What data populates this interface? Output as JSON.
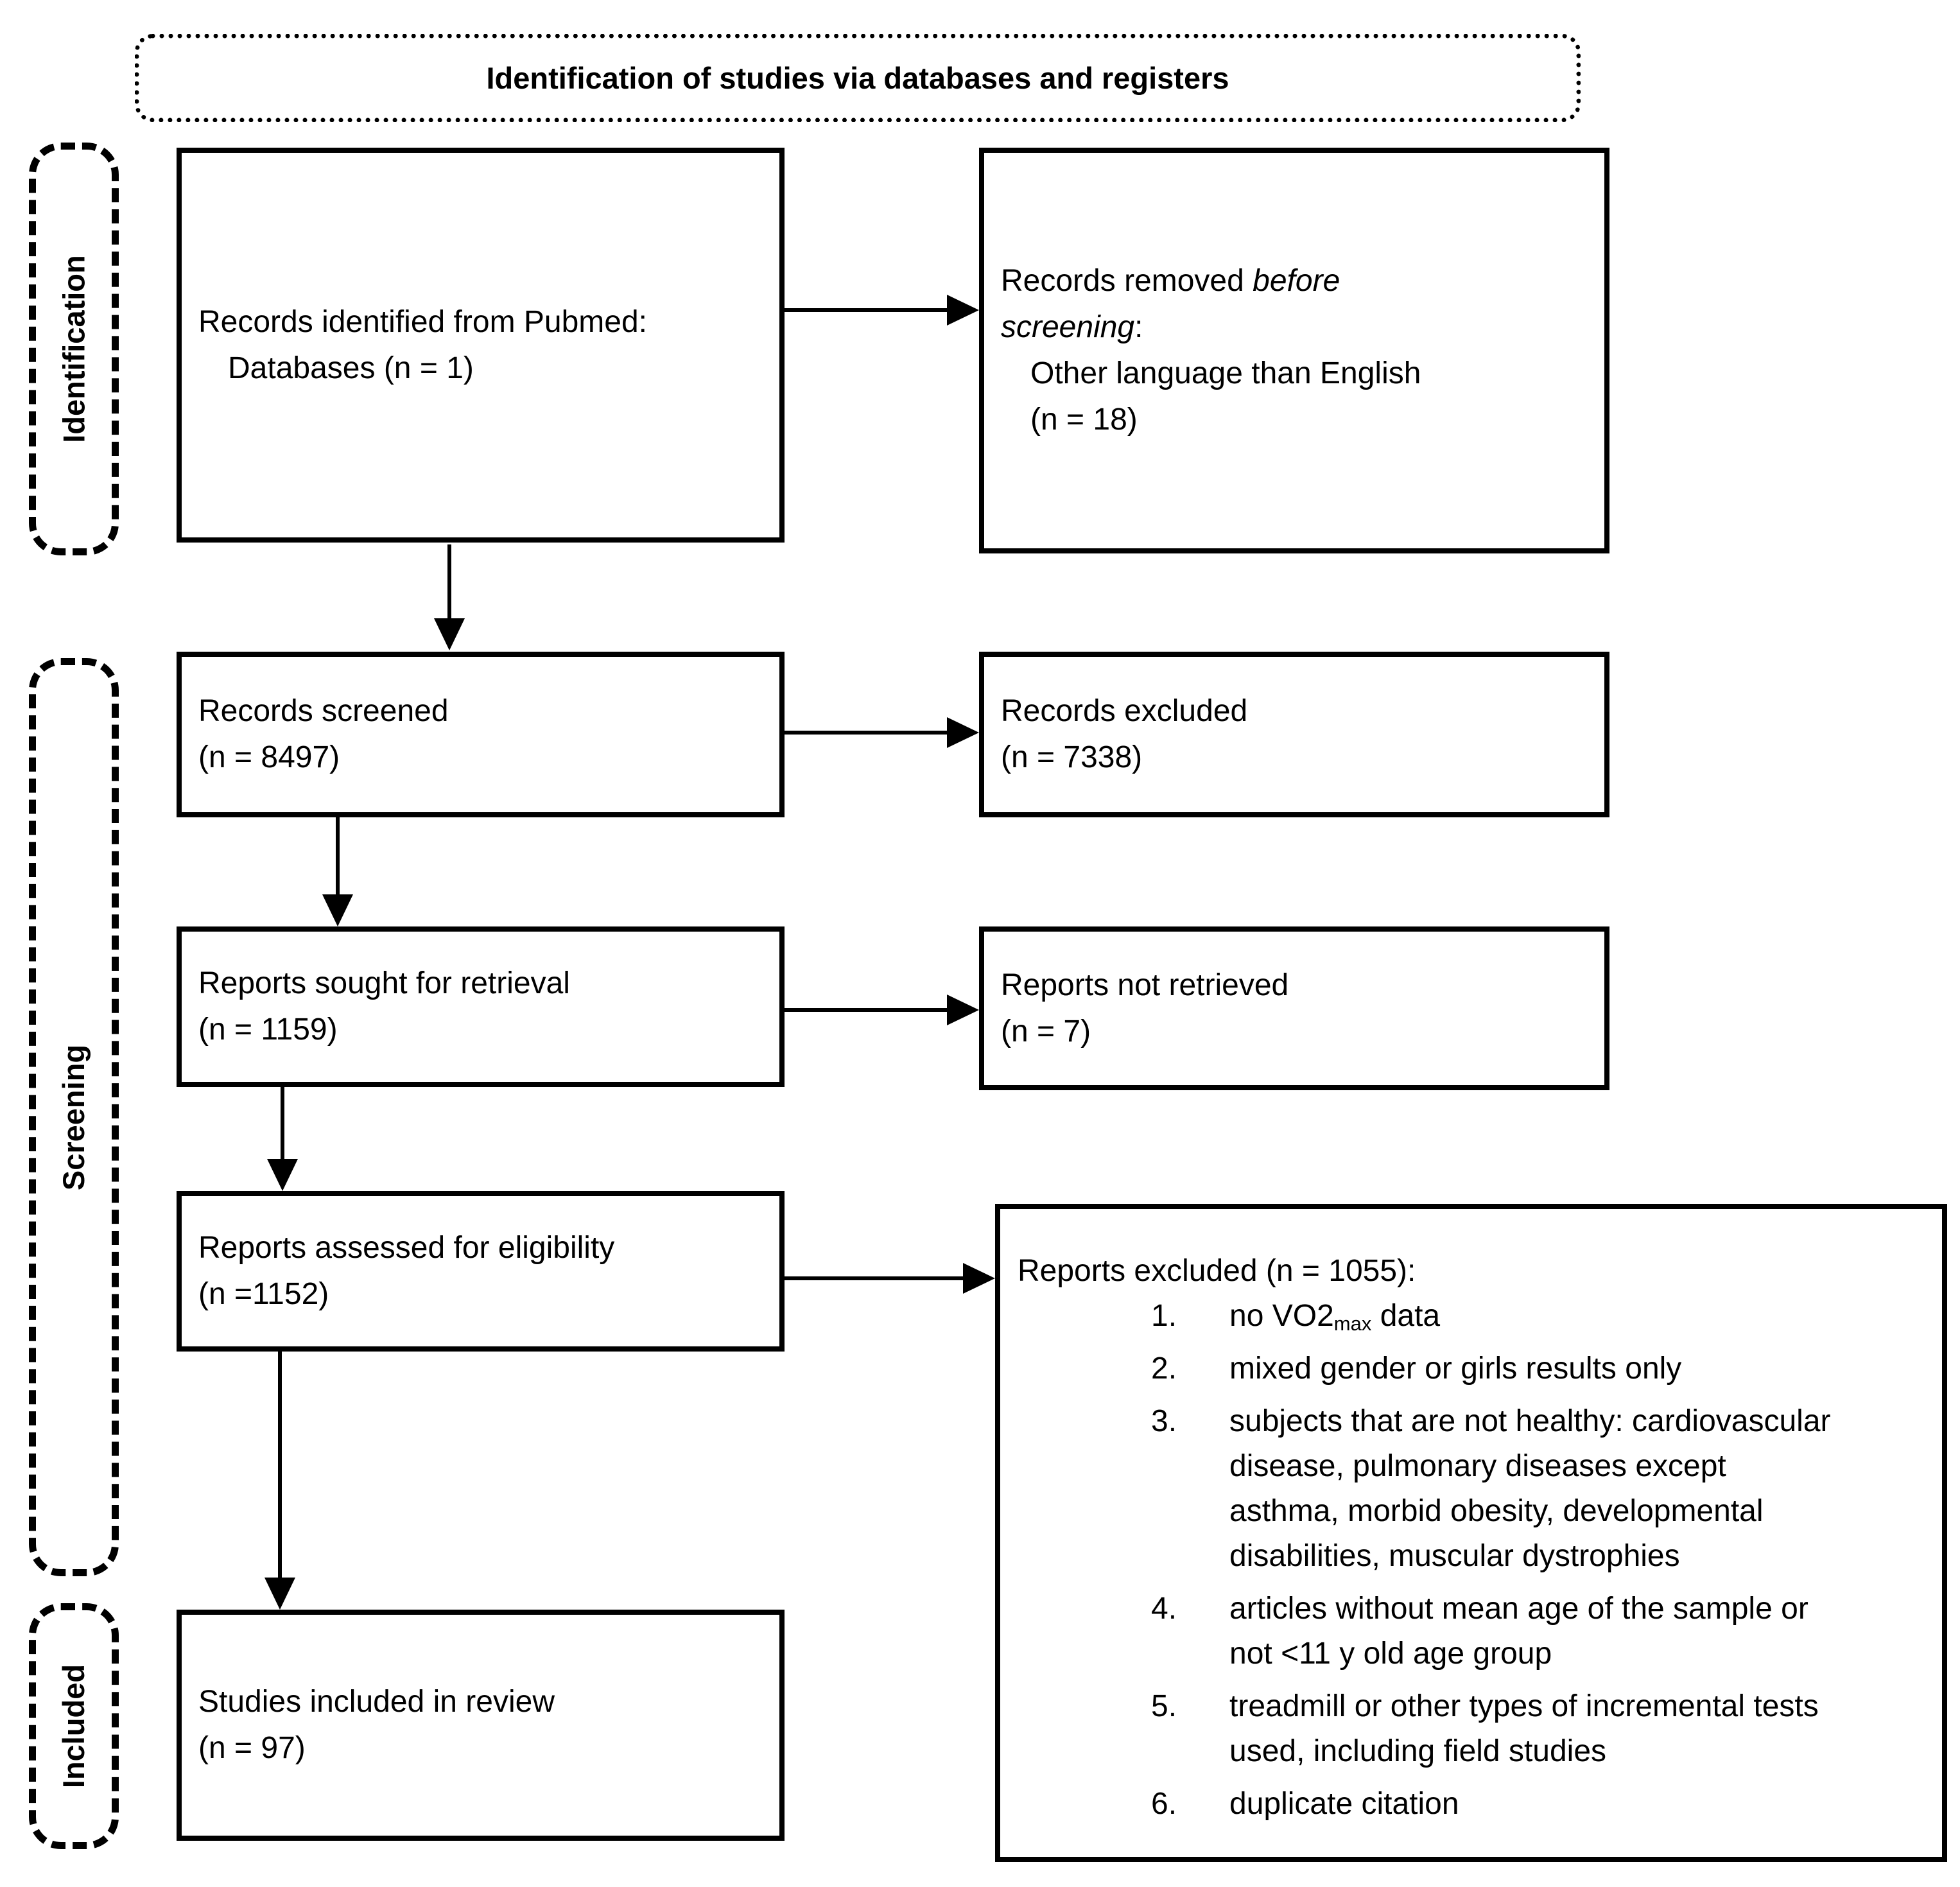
{
  "title": "Identification of studies via databases and registers",
  "stage_labels": {
    "identification": "Identification",
    "screening": "Screening",
    "included": "Included"
  },
  "flow": {
    "identified": {
      "line1": "Records identified from Pubmed:",
      "line2": "Databases (n = 1)"
    },
    "removed": {
      "line1_regular": "Records removed ",
      "line1_italic": "before",
      "line2_italic": "screening",
      "line2_colon": ":",
      "line3": "Other language than English",
      "line4": "(n = 18)"
    },
    "screened": {
      "line1": "Records screened",
      "line2": "(n = 8497)"
    },
    "records_excluded": {
      "line1": "Records excluded",
      "line2": "(n = 7338)"
    },
    "sought": {
      "line1": "Reports sought for retrieval",
      "line2": "(n = 1159)"
    },
    "not_retrieved": {
      "line1": "Reports not retrieved",
      "line2": "(n = 7)"
    },
    "assessed": {
      "line1": "Reports assessed for eligibility",
      "line2": "(n =1152)"
    },
    "included_review": {
      "line1": "Studies included in review",
      "line2": "(n = 97)"
    },
    "reports_excluded": {
      "heading": "Reports excluded (n = 1055):",
      "items": [
        {
          "num": "1.",
          "pre": "no VO2",
          "sub": "max",
          "post": " data"
        },
        {
          "num": "2.",
          "pre": "mixed gender or girls results only",
          "sub": "",
          "post": ""
        },
        {
          "num": "3.",
          "pre": "subjects that are not healthy: cardiovascular disease, pulmonary diseases except asthma, morbid obesity, developmental disabilities, muscular dystrophies",
          "sub": "",
          "post": ""
        },
        {
          "num": "4.",
          "pre": "articles without mean age of the sample or not <11 y old age group",
          "sub": "",
          "post": ""
        },
        {
          "num": "5.",
          "pre": "treadmill or other types of incremental tests used, including field studies",
          "sub": "",
          "post": ""
        },
        {
          "num": "6.",
          "pre": "duplicate citation",
          "sub": "",
          "post": ""
        }
      ]
    }
  },
  "colors": {
    "line": "#000000",
    "background": "#ffffff"
  }
}
